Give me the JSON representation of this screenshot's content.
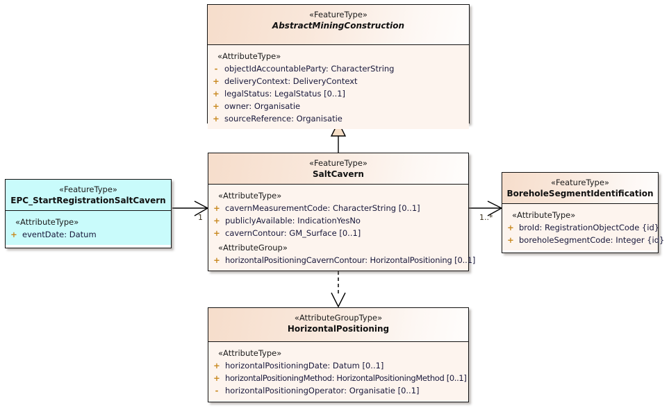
{
  "diagram": {
    "type": "uml-class-diagram",
    "colors": {
      "peach_header": "#f6ddcb",
      "peach_body": "#fdf4ee",
      "cyan_fill": "#c9fbfb",
      "border": "#111111",
      "visibility_marker": "#c8881e",
      "attribute_text": "#17173a"
    }
  },
  "classes": {
    "abstract_mining_construction": {
      "stereotype": "«FeatureType»",
      "name": "AbstractMiningConstruction",
      "is_abstract": true,
      "groups": [
        {
          "label": "«AttributeType»",
          "attributes": [
            {
              "visibility": "-",
              "text": "objectIdAccountableParty: CharacterString"
            },
            {
              "visibility": "+",
              "text": "deliveryContext: DeliveryContext"
            },
            {
              "visibility": "+",
              "text": "legalStatus: LegalStatus [0..1]"
            },
            {
              "visibility": "+",
              "text": "owner: Organisatie"
            },
            {
              "visibility": "+",
              "text": "sourceReference: Organisatie"
            }
          ]
        }
      ]
    },
    "salt_cavern": {
      "stereotype": "«FeatureType»",
      "name": "SaltCavern",
      "is_abstract": false,
      "groups": [
        {
          "label": "«AttributeType»",
          "attributes": [
            {
              "visibility": "+",
              "text": "cavernMeasurementCode: CharacterString [0..1]"
            },
            {
              "visibility": "+",
              "text": "publiclyAvailable: IndicationYesNo"
            },
            {
              "visibility": "+",
              "text": "cavernContour: GM_Surface [0..1]"
            }
          ]
        },
        {
          "label": "«AttributeGroup»",
          "attributes": [
            {
              "visibility": "+",
              "text": "horizontalPositioningCavernContour: HorizontalPositioning [0..1]"
            }
          ]
        }
      ]
    },
    "epc_start_registration_salt_cavern": {
      "stereotype": "«FeatureType»",
      "name": "EPC_StartRegistrationSaltCavern",
      "is_abstract": false,
      "groups": [
        {
          "label": "«AttributeType»",
          "attributes": [
            {
              "visibility": "+",
              "text": "eventDate: Datum"
            }
          ]
        }
      ]
    },
    "borehole_segment_identification": {
      "stereotype": "«FeatureType»",
      "name": "BoreholeSegmentIdentification",
      "is_abstract": false,
      "groups": [
        {
          "label": "«AttributeType»",
          "attributes": [
            {
              "visibility": "+",
              "text": "broId: RegistrationObjectCode {id}"
            },
            {
              "visibility": "+",
              "text": "boreholeSegmentCode: Integer {id}"
            }
          ]
        }
      ]
    },
    "horizontal_positioning": {
      "stereotype": "«AttributeGroupType»",
      "name": "HorizontalPositioning",
      "is_abstract": false,
      "groups": [
        {
          "label": "«AttributeType»",
          "attributes": [
            {
              "visibility": "+",
              "text": "horizontalPositioningDate: Datum [0..1]"
            },
            {
              "visibility": "+",
              "text": "horizontalPositioningMethod: HorizontalPositioningMethod [0..1]"
            },
            {
              "visibility": "-",
              "text": "horizontalPositioningOperator: Organisatie [0..1]"
            }
          ]
        }
      ]
    }
  },
  "relationships": {
    "generalization": {
      "kind": "generalization",
      "from": "SaltCavern",
      "to": "AbstractMiningConstruction"
    },
    "epc_to_salt_cavern": {
      "kind": "association",
      "from": "EPC_StartRegistrationSaltCavern",
      "to": "SaltCavern",
      "target_multiplicity": "1"
    },
    "salt_cavern_to_borehole": {
      "kind": "association",
      "from": "SaltCavern",
      "to": "BoreholeSegmentIdentification",
      "target_multiplicity": "1..*"
    },
    "salt_cavern_to_horizontal_positioning": {
      "kind": "dependency",
      "from": "SaltCavern",
      "to": "HorizontalPositioning"
    }
  }
}
